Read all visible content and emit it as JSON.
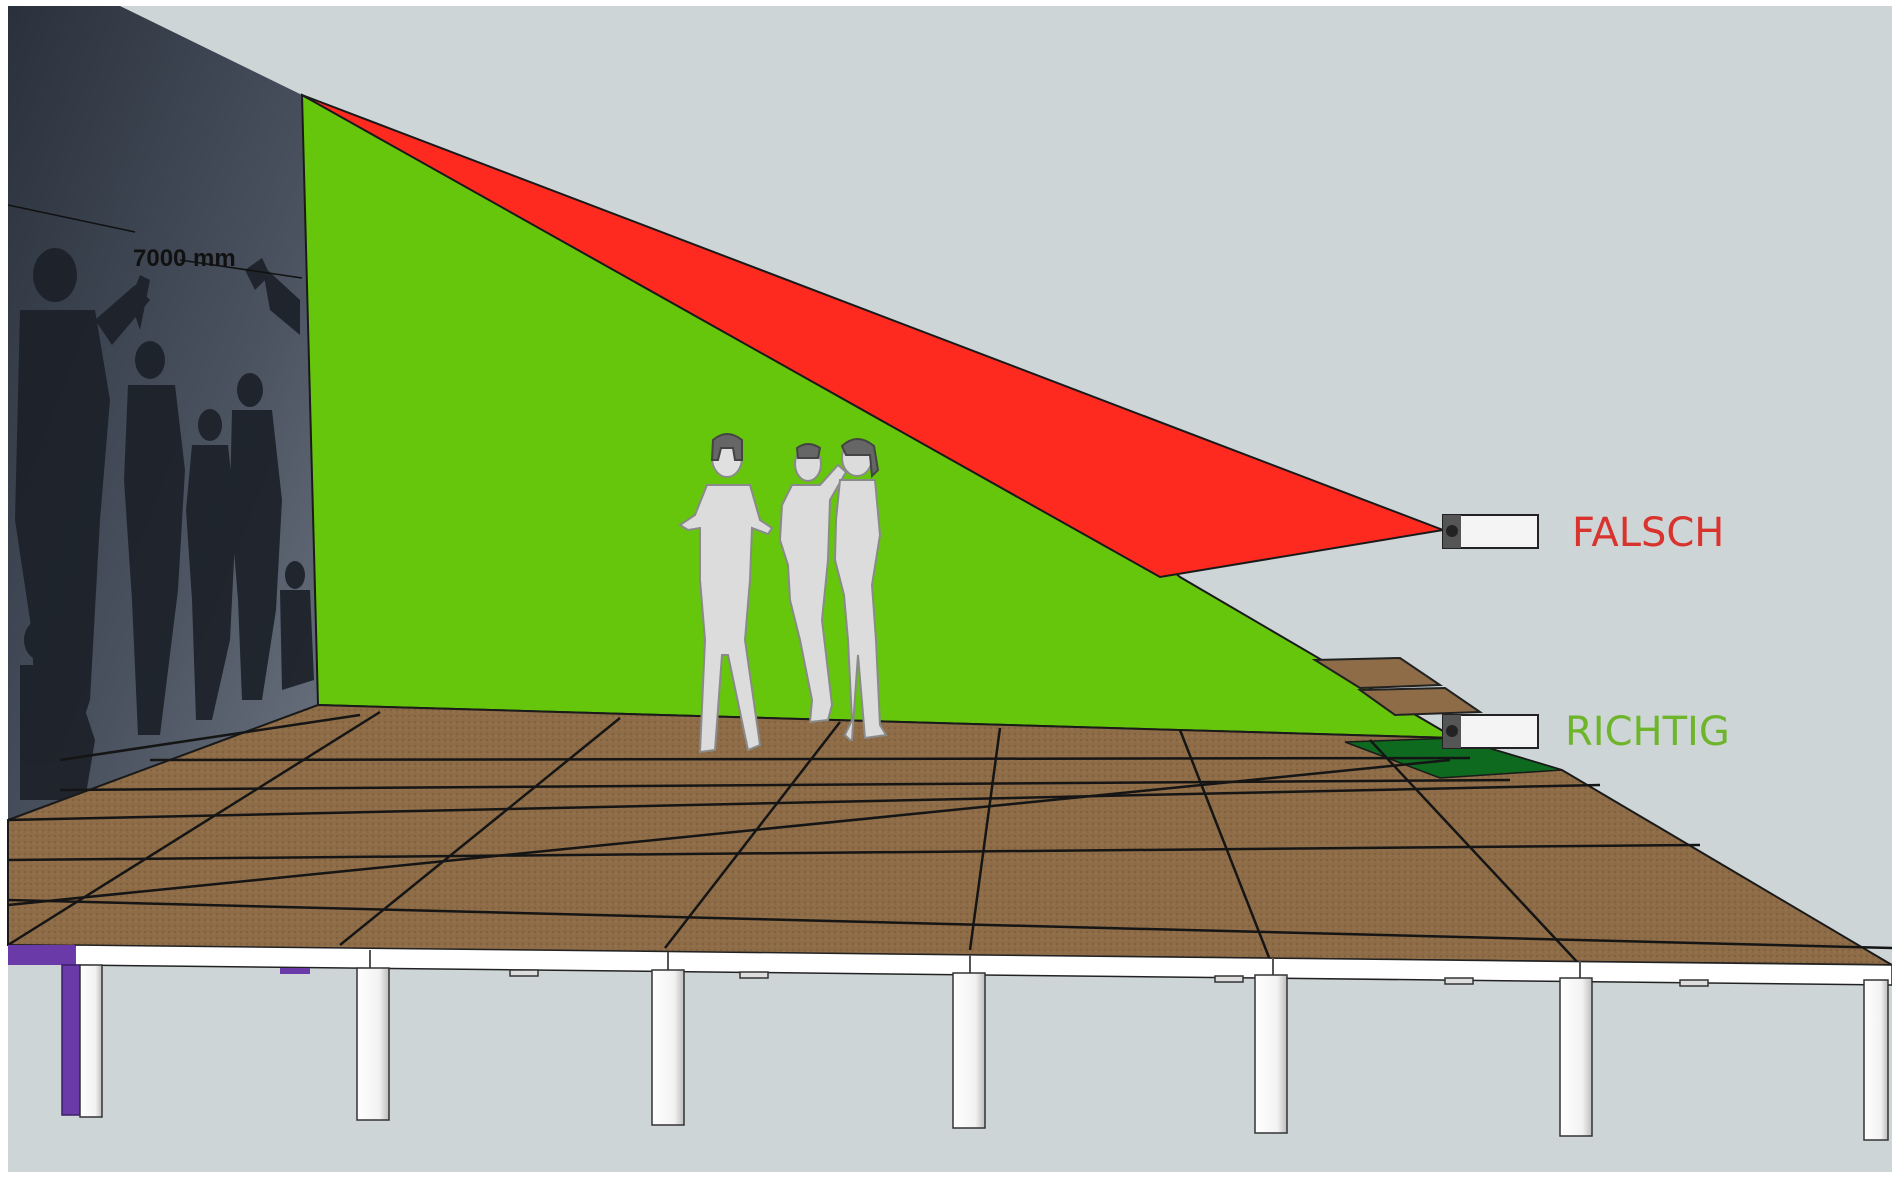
{
  "labels": {
    "wrong": "FALSCH",
    "right": "RICHTIG",
    "dimension": "7000 mm"
  },
  "colors": {
    "background": "#cdd5d7",
    "wrong": "#ff2a1f",
    "right": "#66c60b",
    "right_text": "#6fb52c",
    "wrong_text": "#d9332d",
    "floor": "#8b6a45",
    "wall": "#343b47",
    "table_leg": "#ffffff",
    "purple_leg": "#6a3aa8"
  }
}
